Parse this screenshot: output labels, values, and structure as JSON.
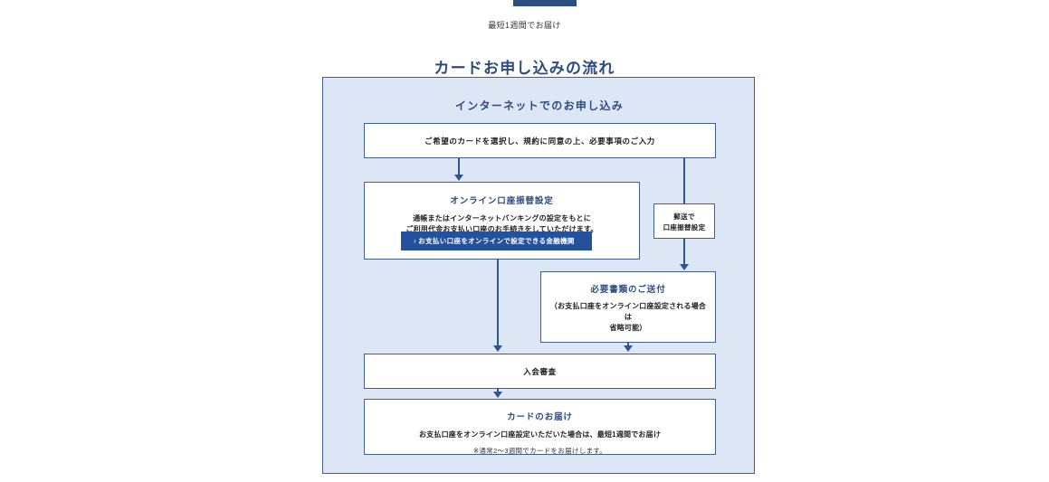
{
  "page": {
    "intro_note": "最短1週間でお届け",
    "title": "カードお申し込みの流れ"
  },
  "flow": {
    "heading": "インターネットでのお申し込み",
    "accent_color": "#2c4b80",
    "panel_bg": "#dde6f4",
    "border_color": "#3f5f8d",
    "button_color": "#24519b",
    "connector_color": "#2d5493",
    "nodes": {
      "apply": {
        "text": "ご希望のカードを選択し、規約に同意の上、必要事項のご入力"
      },
      "online_setup": {
        "title": "オンライン口座振替設定",
        "body_line1": "通帳またはインターネットバンキングの設定をもとに",
        "body_line2": "ご利用代金お支払い口座のお手続きをしていただけます。",
        "button_label": "お支払い口座をオンラインで設定できる金融機関",
        "button_chevron": "chevron-right-icon",
        "button_chevron_glyph": "›"
      },
      "mail_setup": {
        "line1": "郵送で",
        "line2": "口座振替設定"
      },
      "documents": {
        "title": "必要書類のご送付",
        "body_line1": "（お支払口座をオンライン口座設定される場合",
        "body_line2": "は",
        "body_line3": "省略可能）"
      },
      "screening": {
        "text": "入会審査"
      },
      "delivery": {
        "title": "カードのお届け",
        "body": "お支払口座をオンライン口座設定いただいた場合は、最短1週間でお届け",
        "note": "※通常2〜3週間でカードをお届けします。"
      }
    }
  }
}
